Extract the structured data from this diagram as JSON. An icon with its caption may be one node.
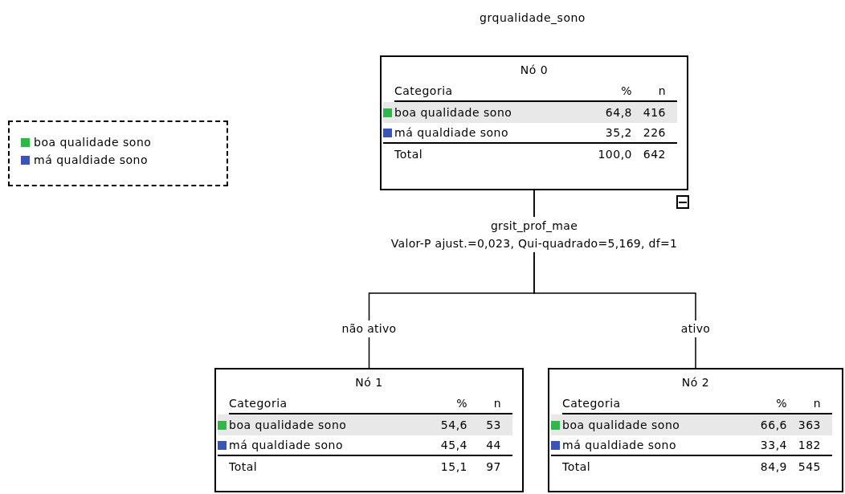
{
  "diagram": {
    "title": "grqualidade_sono",
    "nodes": [
      {
        "text": [
          "Nó 0",
          "Categoria",
          "%",
          "n",
          "boa qualidade sono",
          "64,8",
          "416",
          "má qualdiade sono",
          "35,2",
          "226",
          "Total",
          "100,0",
          "642"
        ]
      },
      {
        "text": [
          "Nó 1",
          "Categoria",
          "%",
          "n",
          "boa qualidade sono",
          "54,6",
          "53",
          "má qualdiade sono",
          "45,4",
          "44",
          "Total",
          "15,1",
          "97"
        ]
      },
      {
        "text": [
          "Nó 2",
          "Categoria",
          "%",
          "n",
          "boa qualidade sono",
          "66,6",
          "363",
          "má qualdiade sono",
          "33,4",
          "182",
          "Total",
          "84,9",
          "545"
        ]
      }
    ],
    "edges": [
      {
        "from": 0,
        "to": 1,
        "arrow": "none",
        "label": "não ativo"
      },
      {
        "from": 0,
        "to": 2,
        "arrow": "none",
        "label": "ativo"
      }
    ],
    "labels": [
      "grsit_prof_mae",
      "Valor-P ajust.=0,023, Qui-quadrado=5,169, df=1"
    ],
    "legend": [
      {
        "text": "boa qualidade sono",
        "color": "#2fb84a"
      },
      {
        "text": "má qualdiade sono",
        "color": "#3a55b4"
      }
    ]
  }
}
